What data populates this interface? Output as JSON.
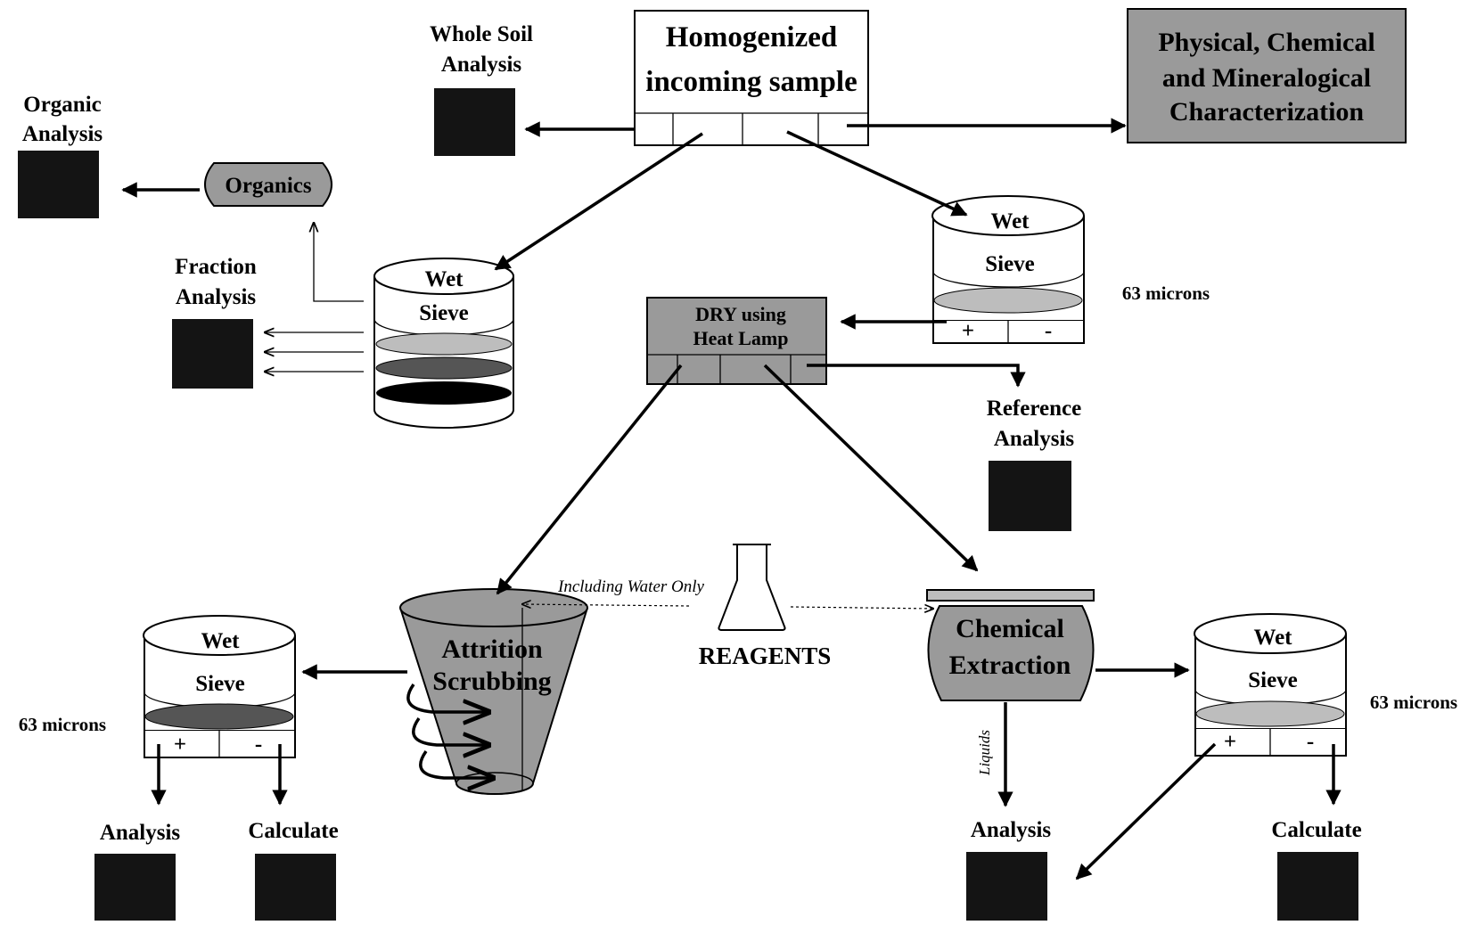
{
  "homogenized": {
    "line1": "Homogenized",
    "line2": "incoming sample"
  },
  "whole_soil": {
    "line1": "Whole Soil",
    "line2": "Analysis"
  },
  "characterization": {
    "line1": "Physical, Chemical",
    "line2": "and Mineralogical",
    "line3": "Characterization"
  },
  "organic_analysis": {
    "line1": "Organic",
    "line2": "Analysis"
  },
  "organics": "Organics",
  "fraction_analysis": {
    "line1": "Fraction",
    "line2": "Analysis"
  },
  "wet_sieve": {
    "line1": "Wet",
    "line2": "Sieve"
  },
  "plus": "+",
  "minus": "-",
  "microns": "63 microns",
  "dry": {
    "line1": "DRY using",
    "line2": "Heat Lamp"
  },
  "reference_analysis": {
    "line1": "Reference",
    "line2": "Analysis"
  },
  "including_water": "Including Water Only",
  "reagents": "REAGENTS",
  "attrition": {
    "line1": "Attrition",
    "line2": "Scrubbing"
  },
  "chemical": {
    "line1": "Chemical",
    "line2": "Extraction"
  },
  "liquids": "Liquids",
  "analysis": "Analysis",
  "calculate": "Calculate",
  "colors": {
    "shade": "#9a9a9a",
    "dark": "#141414",
    "light_ellipse": "#bdbdbd",
    "mid_ellipse": "#555555"
  }
}
